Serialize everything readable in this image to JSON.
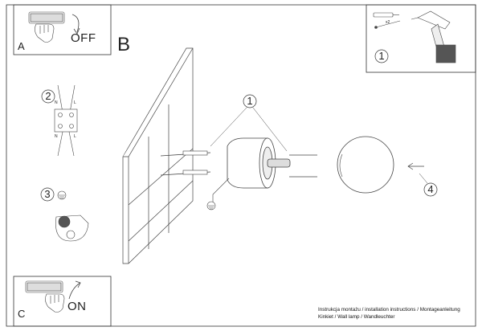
{
  "panels": {
    "a": {
      "letter": "A",
      "switch_text": "OFF"
    },
    "c": {
      "letter": "C",
      "switch_text": "ON"
    }
  },
  "section_letter": "B",
  "callouts": {
    "tools_step": "1",
    "connect_step": "2",
    "ground_step": "3",
    "mount_step": "1",
    "shade_step": "4"
  },
  "tools_quantity": "x2",
  "terminal_letters": {
    "top_n": "N",
    "top_l": "L",
    "bottom_n": "N",
    "bottom_l": "L"
  },
  "footer": {
    "line1": "Instrukcja montażu / installation instructions / Montageanleitung",
    "line2": "Kinkiet / Wall lamp / Wandleuchter"
  },
  "icons": [
    "hand-switch-icon",
    "arrow-icon",
    "wall-plug-icon",
    "screw-icon",
    "drill-icon",
    "terminal-block-icon",
    "ground-icon",
    "ground-clamp-icon"
  ]
}
